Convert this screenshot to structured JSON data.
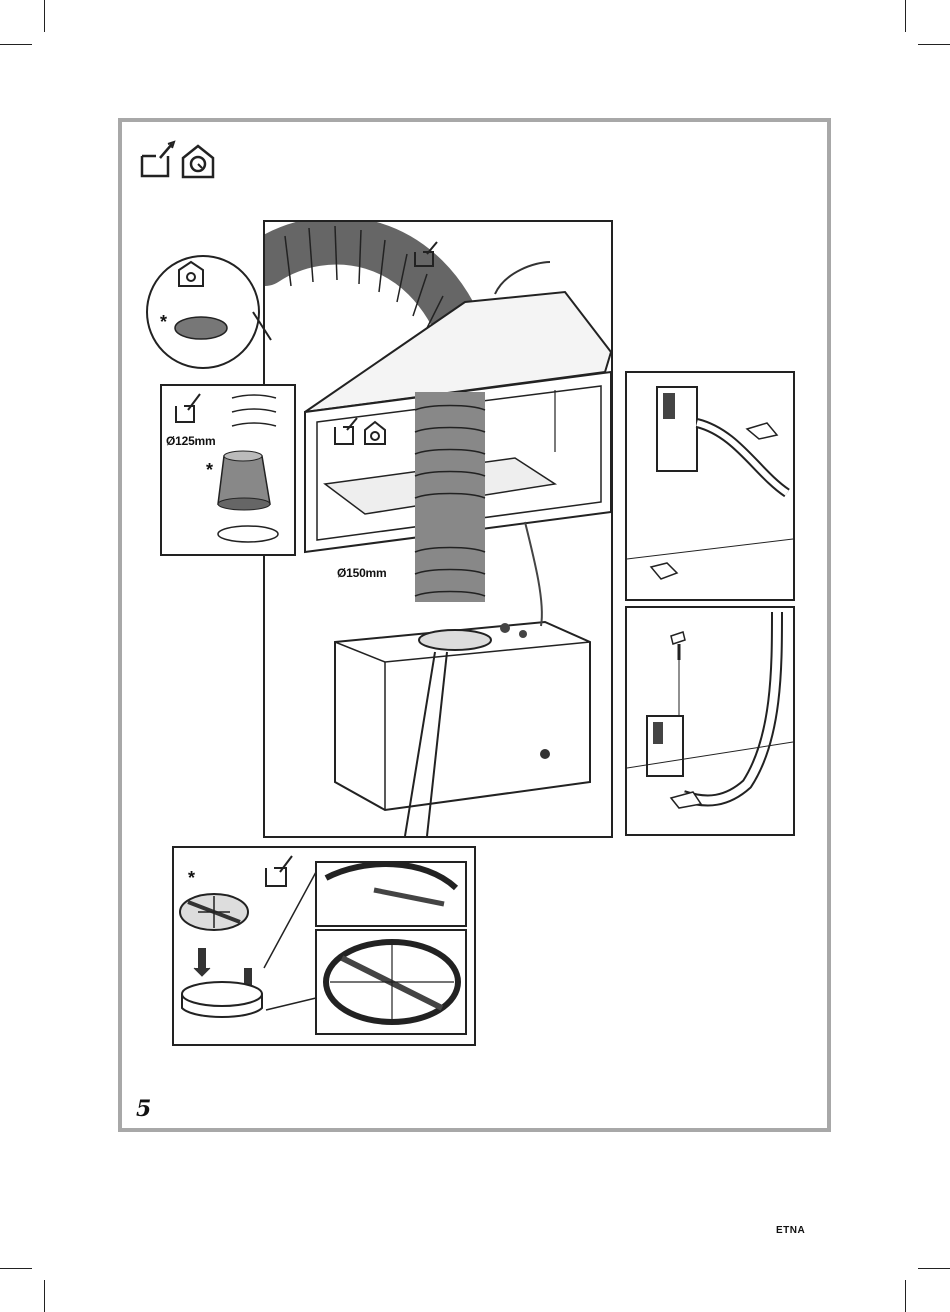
{
  "diagram": {
    "label_d125": "Ø125mm",
    "label_d150": "Ø150mm",
    "optional_marker": "*",
    "page_number": "5",
    "brand": "ETNA"
  },
  "icons": [
    "ducted-mode-icon",
    "recirculation-mode-icon"
  ],
  "colors": {
    "frame": "#a8a8a8",
    "ink": "#222222"
  }
}
